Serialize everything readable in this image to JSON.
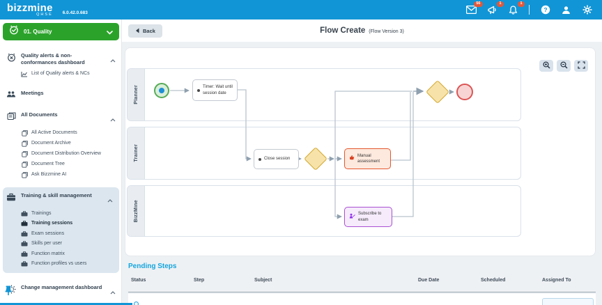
{
  "header": {
    "logo_text": "bizzmine",
    "logo_sub": "QHSE",
    "version": "6.0.42.0.683",
    "badges": {
      "messages": "56",
      "announcements": "1",
      "notifications": "1"
    },
    "colors": {
      "bar": "#1195d6",
      "badge": "#e2583a"
    }
  },
  "workspace": {
    "label": "01. Quality",
    "color": "#2ba32b"
  },
  "toolbar": {
    "back": "Back"
  },
  "page": {
    "title": "Flow Create",
    "version_note": "(Flow Version 3)"
  },
  "sidebar": {
    "sections": [
      {
        "label": "Quality alerts & non-conformances dashboard",
        "children": [
          "List of Quality alerts & NCs"
        ]
      },
      {
        "label": "Meetings",
        "children": []
      },
      {
        "label": "All Documents",
        "children": [
          "All Active Documents",
          "Document Archive",
          "Document Distribution Overview",
          "Document Tree",
          "Ask Bizzmine AI"
        ]
      },
      {
        "label": "Training & skill management",
        "children": [
          "Trainings",
          "Training sessions",
          "Exam sessions",
          "Skills per user",
          "Function matrix",
          "Function profiles vs users"
        ],
        "active_child": "Training sessions"
      },
      {
        "label": "Change management dashboard",
        "children": []
      }
    ]
  },
  "diagram": {
    "lanes": [
      "Planner",
      "Trainer",
      "BizzMine"
    ],
    "nodes": {
      "timer": "Timer: Wait until session date",
      "close_session": "Close session",
      "manual_assessment": "Manual assessment",
      "subscribe_exam": "Subscribe to exam"
    },
    "colors": {
      "start_border": "#57ab57",
      "start_fill": "#d9efd9",
      "start_dot": "#1f8fd6",
      "gateway_fill": "#f7e3a9",
      "gateway_border": "#d2a72e",
      "end_fill": "#f8d4d4",
      "end_border": "#dd5454",
      "manual_fill": "#fde9de",
      "manual_border": "#e4572e",
      "subscribe_fill": "#f5ebfb",
      "subscribe_border": "#a94fd2",
      "connector": "#b9c3ce"
    }
  },
  "pending": {
    "title": "Pending Steps",
    "columns": [
      "Status",
      "Step",
      "Subject",
      "Due Date",
      "Scheduled",
      "Assigned To"
    ]
  }
}
